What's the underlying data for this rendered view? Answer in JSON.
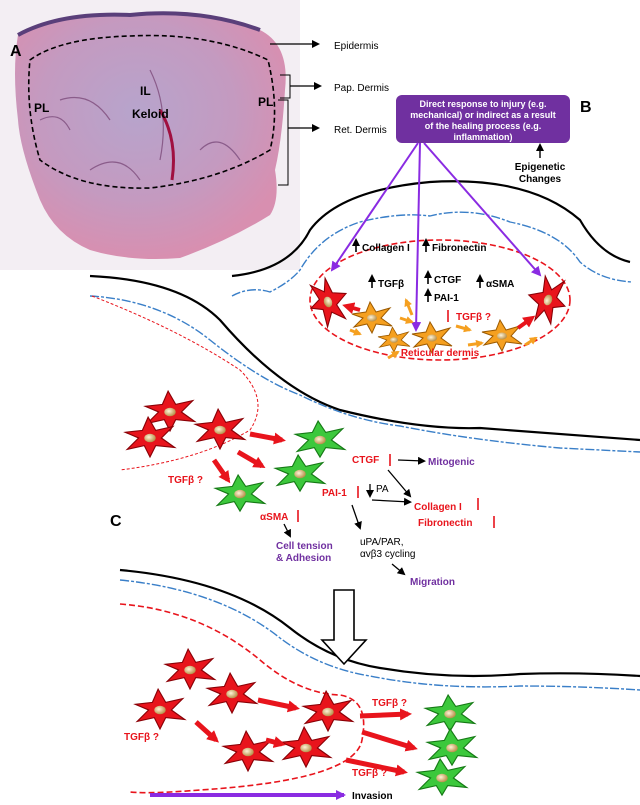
{
  "panel_a": {
    "letter": "A",
    "labels": {
      "il": "IL",
      "keloid": "Keloid",
      "pl_left": "PL",
      "pl_right": "PL"
    },
    "layers": {
      "epidermis": "Epidermis",
      "pap_dermis": "Pap. Dermis",
      "ret_dermis": "Ret. Dermis"
    }
  },
  "panel_b": {
    "letter": "B",
    "box": {
      "line1": "Direct response to injury (e.g.",
      "line2": "mechanical) or indirect as a result",
      "line3": "of the healing process (e.g.",
      "line4": "inflammation)"
    },
    "epigenetic_line1": "Epigenetic",
    "epigenetic_line2": "Changes",
    "markers": {
      "collagen": "Collagen I",
      "fibronectin": "Fibronectin",
      "tgfb": "TGFβ",
      "ctgf": "CTGF",
      "asma": "αSMA",
      "pai1": "PAI-1",
      "tgfb_q": "TGFβ ?"
    },
    "region": "Reticular dermis"
  },
  "panel_c": {
    "letter": "C",
    "tgfb_q_1": "TGFβ ?",
    "ctgf": "CTGF",
    "mitogenic": "Mitogenic",
    "pai1": "PAI-1",
    "pa": "PA",
    "collagen": "Collagen I",
    "fibronectin": "Fibronectin",
    "asma": "αSMA",
    "tension_line1": "Cell tension",
    "tension_line2": "& Adhesion",
    "upa_line1": "uPA/PAR,",
    "upa_line2": "αvβ3 cycling",
    "migration": "Migration",
    "tgfb_q_2": "TGFβ ?",
    "tgfb_q_3": "TGFβ ?",
    "tgfb_q_4": "TGFβ ?",
    "invasion": "Invasion"
  },
  "colors": {
    "purple": "#7030a0",
    "red": "#e8141c",
    "green": "#3cc83c",
    "orange": "#f5a020",
    "blue": "#3a7fc8"
  }
}
